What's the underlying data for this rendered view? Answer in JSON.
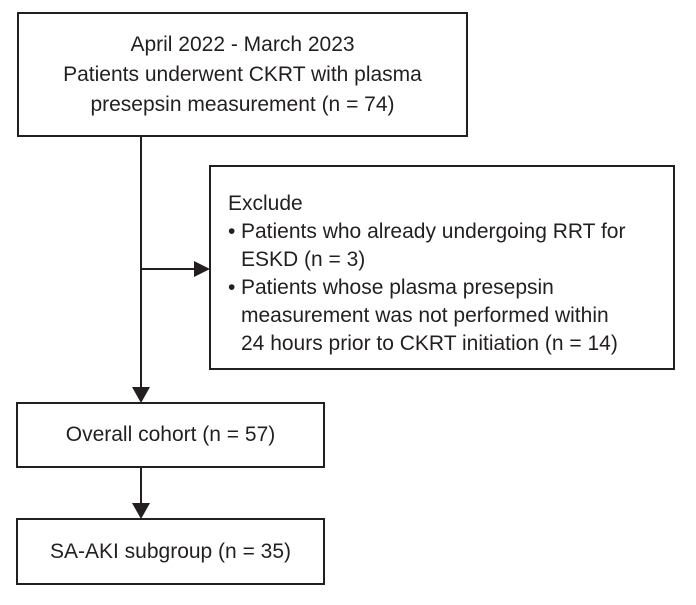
{
  "colors": {
    "text": "#231f20",
    "box_border": "#231f20",
    "background": "#ffffff"
  },
  "flowchart": {
    "enrollment_box": {
      "lines": [
        "April 2022 - March 2023",
        "Patients underwent CKRT with plasma",
        "presepsin measurement (n = 74)"
      ]
    },
    "exclude_box": {
      "title": "Exclude",
      "bullet": "•",
      "items": [
        {
          "lines": [
            "Patients who already undergoing RRT for",
            "ESKD (n = 3)"
          ]
        },
        {
          "lines": [
            "Patients whose plasma presepsin",
            "measurement was not performed within",
            "24 hours prior to CKRT initiation (n = 14)"
          ]
        }
      ]
    },
    "overall_cohort_box": {
      "label": "Overall cohort (n = 57)"
    },
    "subgroup_box": {
      "label": "SA-AKI subgroup (n = 35)"
    }
  }
}
